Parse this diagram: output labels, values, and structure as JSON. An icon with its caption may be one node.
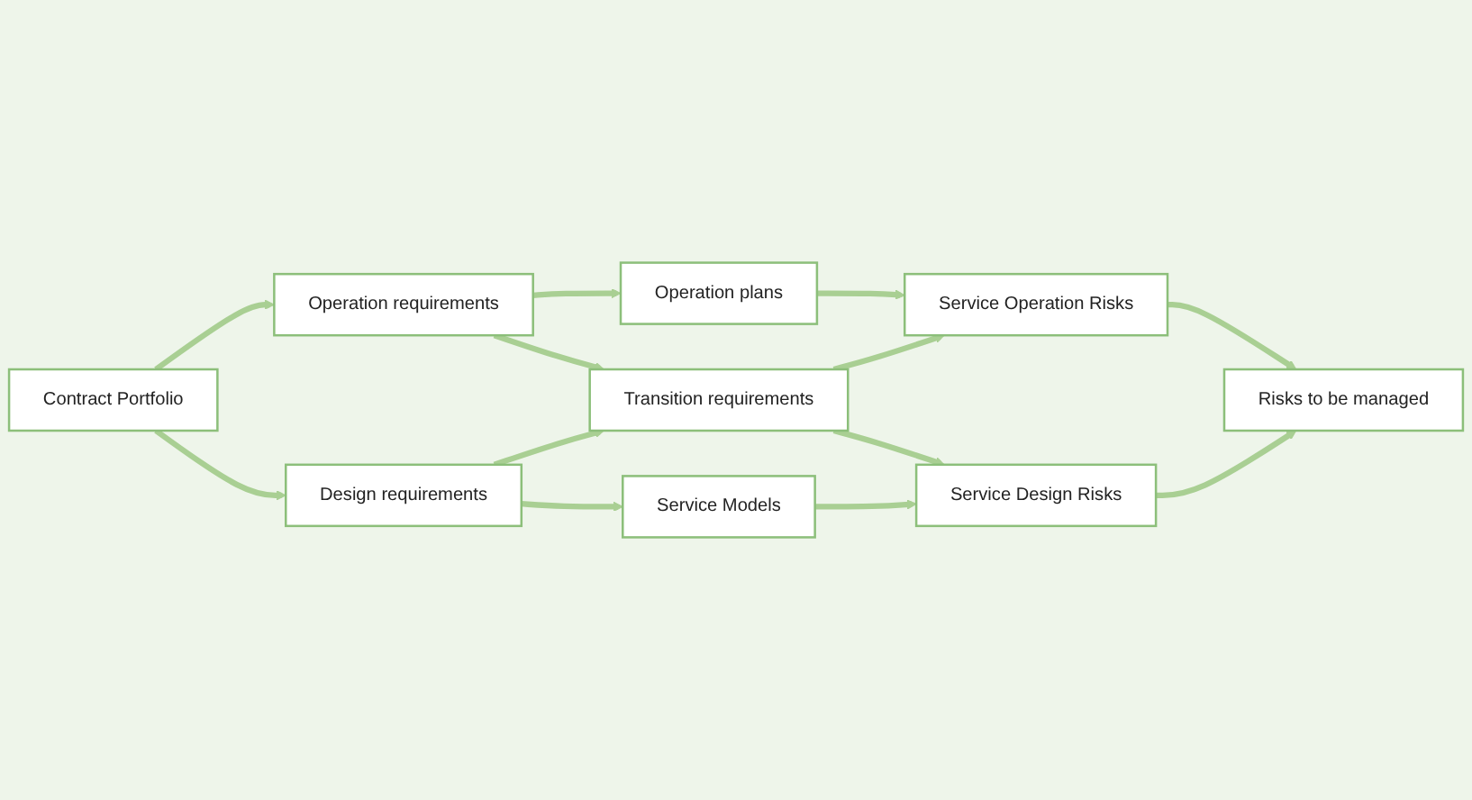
{
  "diagram": {
    "nodes": [
      {
        "text": [
          "Contract Portfolio"
        ]
      },
      {
        "text": [
          "Operation requirements"
        ]
      },
      {
        "text": [
          "Operation plans"
        ]
      },
      {
        "text": [
          "Design requirements"
        ]
      },
      {
        "text": [
          "Transition requirements"
        ]
      },
      {
        "text": [
          "Service Operation Risks"
        ]
      },
      {
        "text": [
          "Service Models"
        ]
      },
      {
        "text": [
          "Service Design Risks"
        ]
      },
      {
        "text": [
          "Risks to be managed"
        ]
      }
    ],
    "edges": [
      {
        "from": 0,
        "to": 1,
        "arrow": "to"
      },
      {
        "from": 1,
        "to": 2,
        "arrow": "to"
      },
      {
        "from": 0,
        "to": 3,
        "arrow": "to"
      },
      {
        "from": 1,
        "to": 4,
        "arrow": "to"
      },
      {
        "from": 2,
        "to": 5,
        "arrow": "to"
      },
      {
        "from": 3,
        "to": 4,
        "arrow": "to"
      },
      {
        "from": 4,
        "to": 5,
        "arrow": "to"
      },
      {
        "from": 3,
        "to": 6,
        "arrow": "to"
      },
      {
        "from": 4,
        "to": 7,
        "arrow": "to"
      },
      {
        "from": 5,
        "to": 8,
        "arrow": "to"
      },
      {
        "from": 6,
        "to": 7,
        "arrow": "to"
      },
      {
        "from": 7,
        "to": 8,
        "arrow": "to"
      }
    ]
  }
}
